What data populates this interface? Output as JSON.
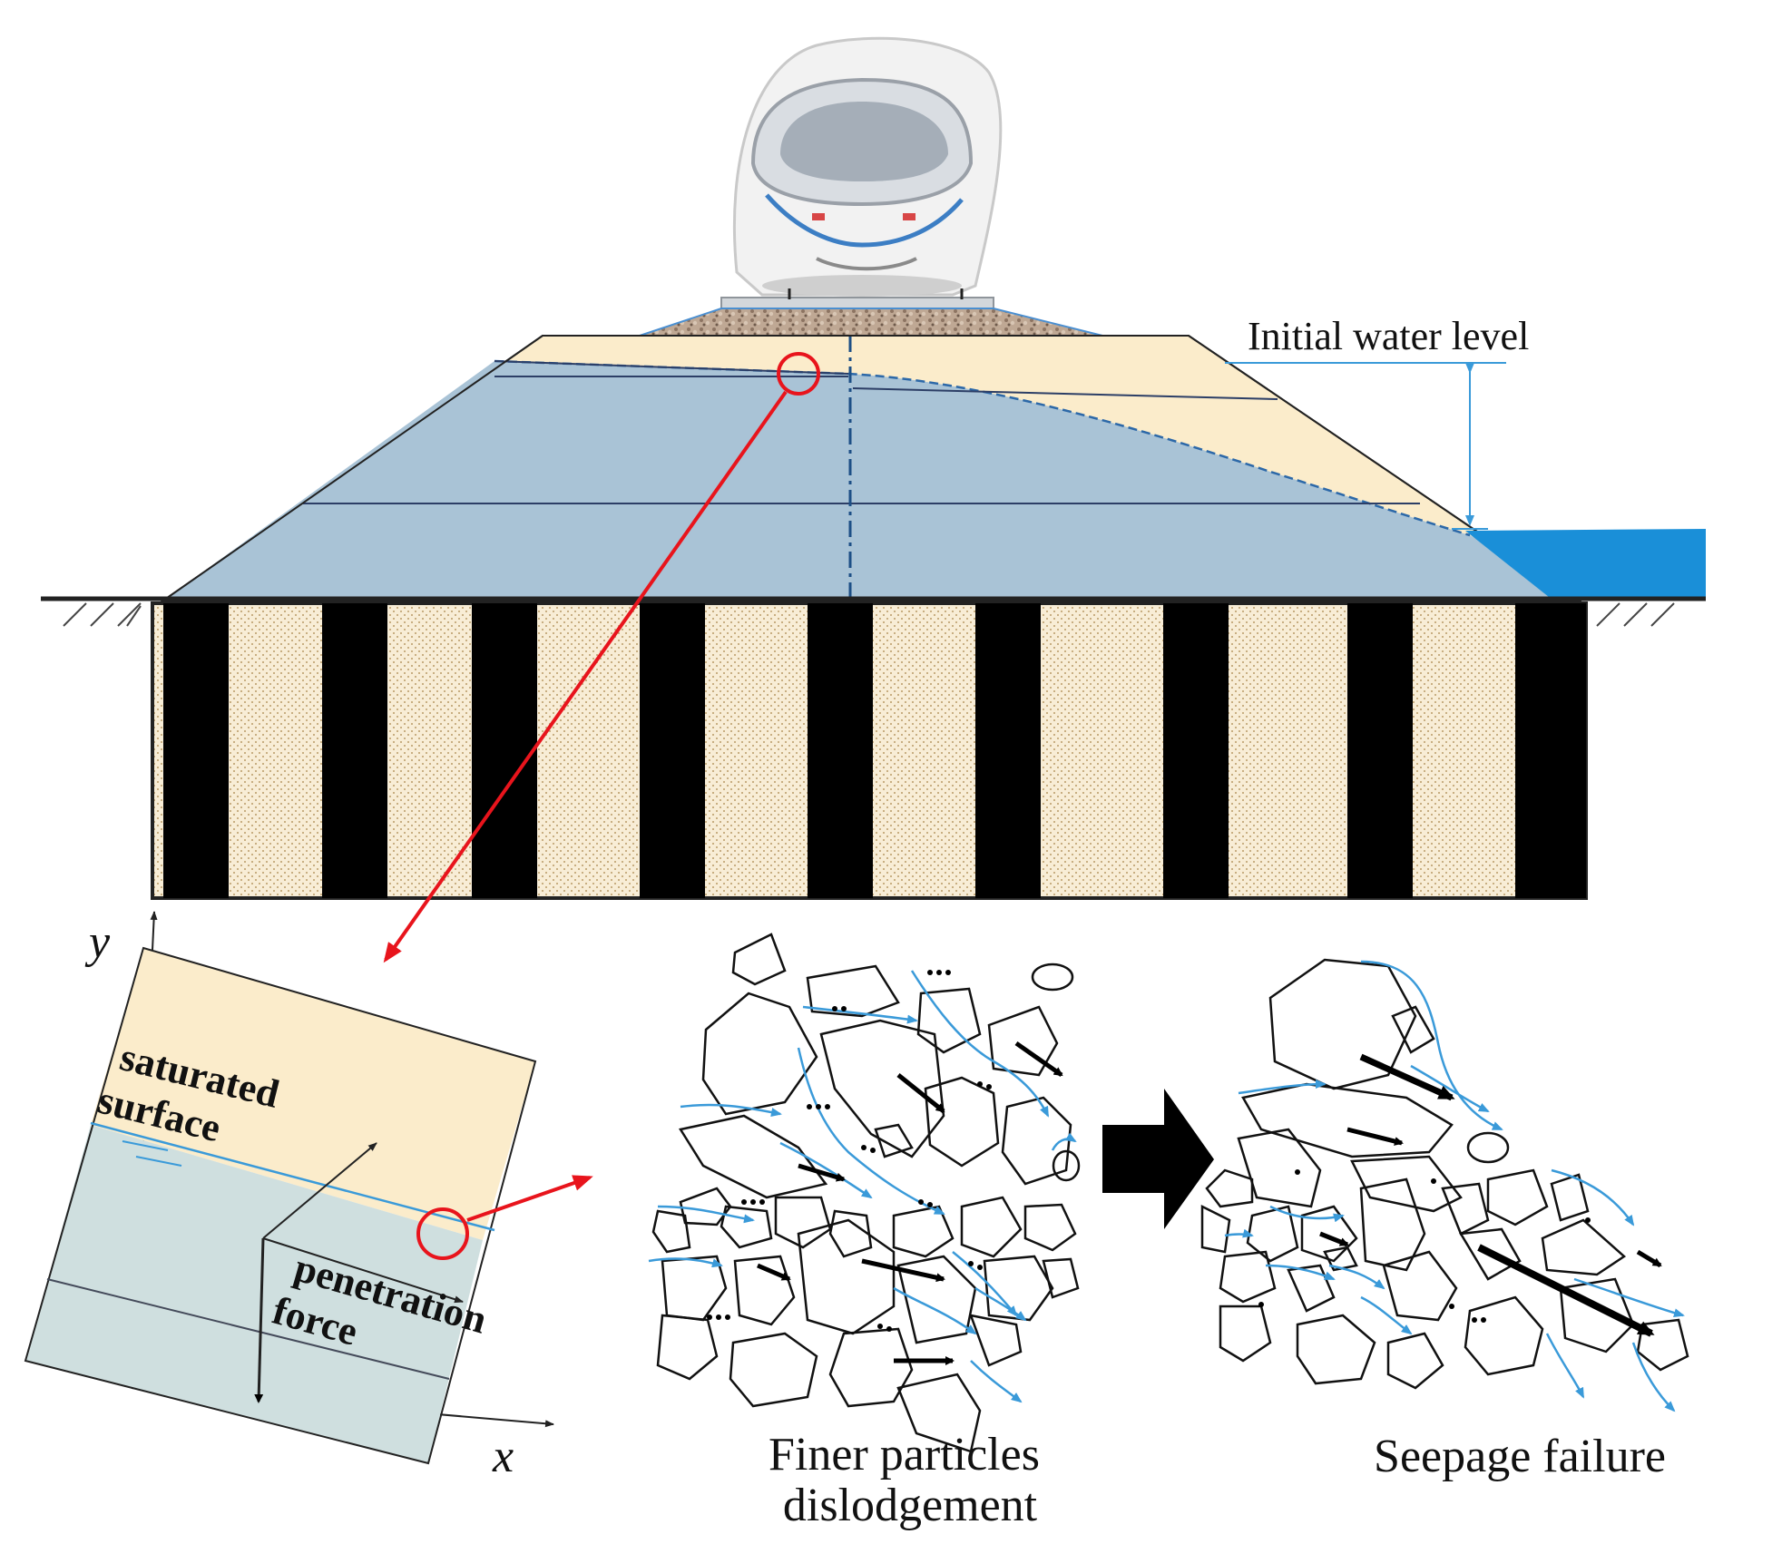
{
  "labels": {
    "initial_water_level": "Initial water level",
    "axis_y": "y",
    "axis_x": "x",
    "saturated_line1": "saturated",
    "saturated_line2": "surface",
    "penetration_line1": "penetration",
    "penetration_line2": "force",
    "finer_line1": "Finer particles",
    "finer_line2": "dislodgement",
    "seepage": "Seepage failure"
  },
  "colors": {
    "saturated_blue": "#a9c3d6",
    "dry_fill": "#fbeccb",
    "water": "#1a8fd8",
    "flow_arrow": "#3a9ad9",
    "callout_red": "#e8141c",
    "pile": "#000000",
    "soil_fill": "#f7ecd2"
  }
}
